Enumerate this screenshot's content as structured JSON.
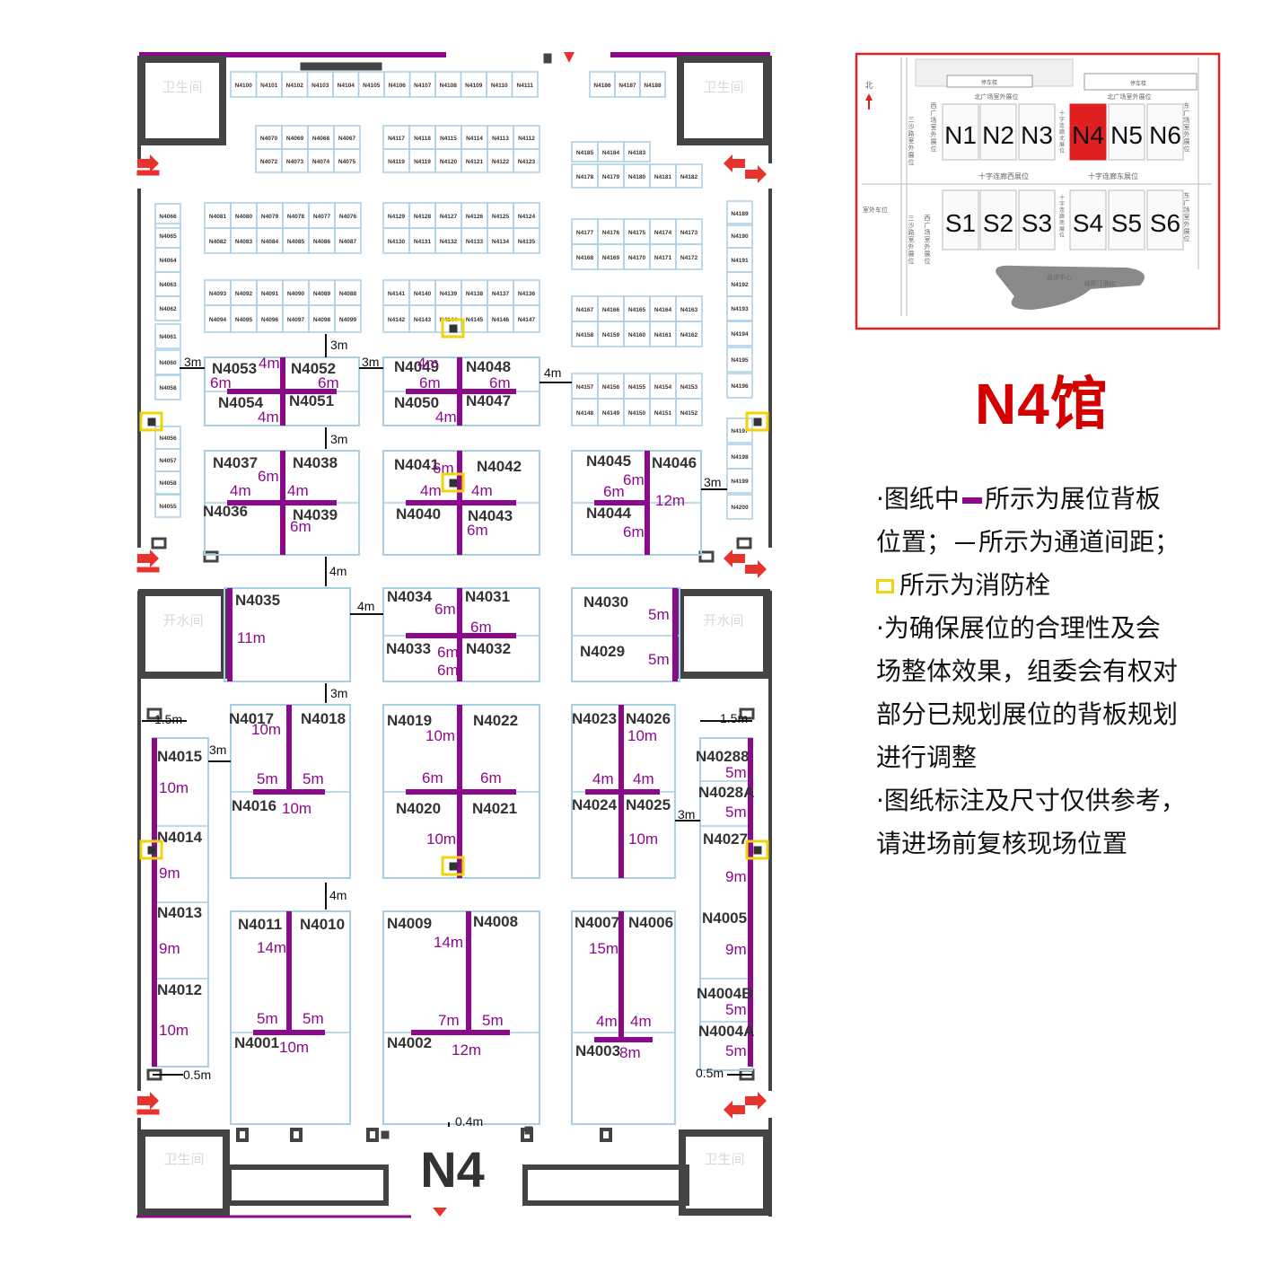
{
  "hall": {
    "title": "N4馆",
    "floor_label": "N4",
    "colors": {
      "backboard": "#8b0a8b",
      "booth_border": "#a9cfe6",
      "hydrant": "#f2d20a",
      "hall_title": "#d40000",
      "arrow": "#e8322d",
      "wall": "#444444"
    }
  },
  "legend": {
    "line1_prefix": "·图纸中",
    "line1_suffix": "所示为展位背板",
    "line2_prefix": "位置；",
    "line2_suffix": "所示为通道间距；",
    "line3_suffix": "所示为消防栓",
    "line4": "·为确保展位的合理性及会",
    "line5": "场整体效果，组委会有权对",
    "line6": "部分已规划展位的背板规划",
    "line7": "进行调整",
    "line8": "·图纸标注及尺寸仅供参考，",
    "line9": "请进场前复核现场位置"
  },
  "rooms": {
    "restroom": "卫生间",
    "switch_room": "开水间"
  },
  "small_booth_rows": [
    [
      "N4100",
      "N4101",
      "N4102",
      "N4103",
      "N4104",
      "N4105",
      "N4106",
      "N4107",
      "N4108",
      "N4109",
      "N4110",
      "N4111"
    ],
    [
      "N4186",
      "N4187",
      "N4188"
    ],
    [
      "N4070",
      "N4069",
      "N4068",
      "N4067"
    ],
    [
      "N4072",
      "N4073",
      "N4074",
      "N4075"
    ],
    [
      "N4117",
      "N4118",
      "N4115",
      "N4114",
      "N4113",
      "N4112"
    ],
    [
      "N4119",
      "N4119",
      "N4120",
      "N4121",
      "N4122",
      "N4123"
    ],
    [
      "N4185",
      "N4184",
      "N4183"
    ],
    [
      "N4178",
      "N4179",
      "N4180",
      "N4181",
      "N4182"
    ],
    [
      "N4081",
      "N4080",
      "N4079",
      "N4078",
      "N4077",
      "N4076"
    ],
    [
      "N4082",
      "N4083",
      "N4084",
      "N4085",
      "N4086",
      "N4087"
    ],
    [
      "N4129",
      "N4128",
      "N4127",
      "N4126",
      "N4125",
      "N4124"
    ],
    [
      "N4130",
      "N4131",
      "N4132",
      "N4133",
      "N4134",
      "N4135"
    ],
    [
      "N4177",
      "N4176",
      "N4175",
      "N4174",
      "N4173"
    ],
    [
      "N4168",
      "N4169",
      "N4170",
      "N4171",
      "N4172"
    ],
    [
      "N4093",
      "N4092",
      "N4091",
      "N4090",
      "N4089",
      "N4088"
    ],
    [
      "N4094",
      "N4095",
      "N4096",
      "N4097",
      "N4098",
      "N4099"
    ],
    [
      "N4141",
      "N4140",
      "N4139",
      "N4138",
      "N4137",
      "N4136"
    ],
    [
      "N4142",
      "N4143",
      "N4144",
      "N4145",
      "N4146",
      "N4147"
    ],
    [
      "N4167",
      "N4166",
      "N4165",
      "N4164",
      "N4163"
    ],
    [
      "N4158",
      "N4159",
      "N4160",
      "N4161",
      "N4162"
    ],
    [
      "N4157",
      "N4156",
      "N4155",
      "N4154",
      "N4153"
    ],
    [
      "N4148",
      "N4149",
      "N4150",
      "N4151",
      "N4152"
    ]
  ],
  "left_strip": [
    "N4066",
    "N4065",
    "N4064",
    "N4063",
    "N4062",
    "N4061",
    "N4060",
    "N4058",
    "N4056",
    "N4057",
    "N4058",
    "N4055"
  ],
  "right_strip": [
    "N4189",
    "N4190",
    "N4191",
    "N4192",
    "N4193",
    "N4194",
    "N4195",
    "N4196",
    "N4197",
    "N4198",
    "N4199",
    "N4200"
  ],
  "booths": [
    "N4053",
    "N4052",
    "N4054",
    "N4051",
    "N4049",
    "N4048",
    "N4050",
    "N4047",
    "N4037",
    "N4038",
    "N4036",
    "N4039",
    "N4041",
    "N4042",
    "N4040",
    "N4043",
    "N4045",
    "N4046",
    "N4044",
    "N4035",
    "N4034",
    "N4031",
    "N4033",
    "N4032",
    "N4030",
    "N4029",
    "N4017",
    "N4018",
    "N4016",
    "N4019",
    "N4022",
    "N4020",
    "N4021",
    "N4023",
    "N4026",
    "N4024",
    "N4025",
    "N4015",
    "N4014",
    "N4013",
    "N4012",
    "N40288",
    "N4028A",
    "N4027",
    "N4005",
    "N4004B",
    "N4004A",
    "N4011",
    "N4010",
    "N4001",
    "N4009",
    "N4008",
    "N4002",
    "N4007",
    "N4006",
    "N4003"
  ],
  "dimensions": [
    "4m",
    "6m",
    "6m",
    "4m",
    "4m",
    "6m",
    "6m",
    "4m",
    "6m",
    "4m",
    "4m",
    "6m",
    "6m",
    "4m",
    "4m",
    "6m",
    "6m",
    "6m",
    "12m",
    "6m",
    "11m",
    "6m",
    "6m",
    "6m",
    "5m",
    "6m",
    "5m",
    "10m",
    "5m",
    "5m",
    "10m",
    "10m",
    "6m",
    "6m",
    "10m",
    "10m",
    "4m",
    "4m",
    "10m",
    "10m",
    "9m",
    "9m",
    "10m",
    "5m",
    "5m",
    "9m",
    "9m",
    "5m",
    "5m",
    "14m",
    "5m",
    "5m",
    "10m",
    "14m",
    "7m",
    "5m",
    "12m",
    "15m",
    "4m",
    "4m",
    "8m"
  ],
  "gaps": [
    "3m",
    "3m",
    "3m",
    "4m",
    "3m",
    "3m",
    "4m",
    "4m",
    "3m",
    "1.5m",
    "1.5m",
    "3m",
    "3m",
    "4m",
    "0.5m",
    "0.5m",
    "0.4m"
  ],
  "inset": {
    "halls_top": [
      "N1",
      "N2",
      "N3",
      "N4",
      "N5",
      "N6"
    ],
    "halls_bottom": [
      "S1",
      "S2",
      "S3",
      "S4",
      "S5",
      "S6"
    ],
    "highlight": "N4",
    "north": "北",
    "texts": [
      "停车楼",
      "停车楼",
      "北广场室外展位",
      "北广场室外展位",
      "十字连廊西展位",
      "十字连廊东展位",
      "西广场室外展位",
      "西广场室外展位",
      "东广场室外展位",
      "东广场室外展位",
      "十字连廊北展位",
      "十字连廊南展位",
      "三沙路室外展位",
      "三沙路室外展位",
      "室外车位",
      "会议中心",
      "威斯汀酒店"
    ]
  }
}
